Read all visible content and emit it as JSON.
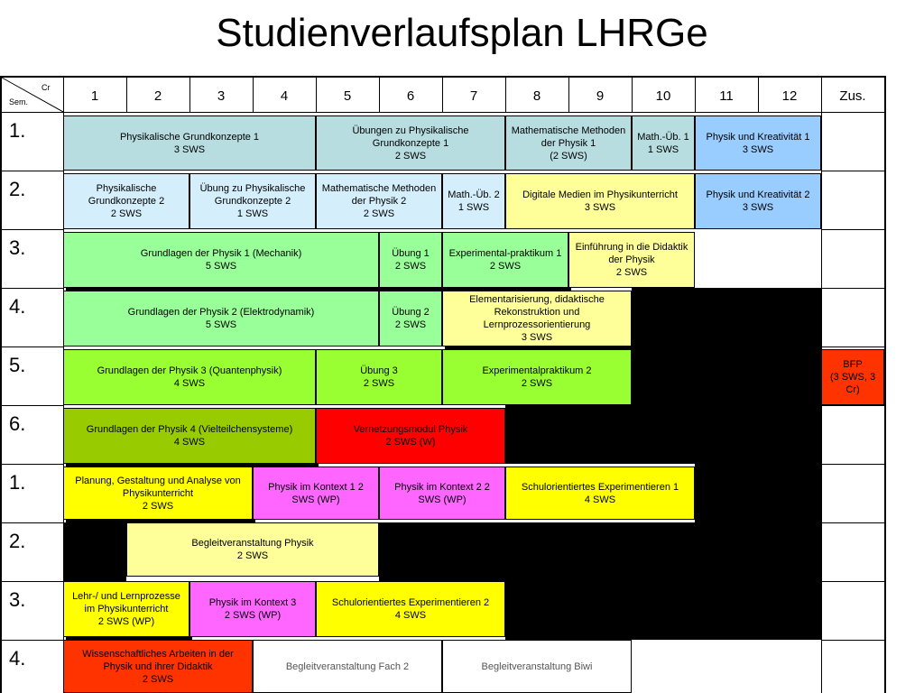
{
  "title": "Studienverlaufsplan LHRGe",
  "header": {
    "cr_label": "Cr",
    "sem_label": "Sem.",
    "columns": [
      "1",
      "2",
      "3",
      "4",
      "5",
      "6",
      "7",
      "8",
      "9",
      "10",
      "11",
      "12",
      "Zus."
    ]
  },
  "semesters": [
    "1.",
    "2.",
    "3.",
    "4.",
    "5.",
    "6.",
    "1.",
    "2.",
    "3.",
    "4."
  ],
  "colors": {
    "teal": "#b7dde0",
    "light_blue": "#d5eefc",
    "blue": "#99ccff",
    "light_green": "#99ff99",
    "green": "#99ff33",
    "olive_green": "#99cc00",
    "light_yellow": "#ffff99",
    "yellow": "#ffff00",
    "red": "#ff0000",
    "magenta": "#ff66ff",
    "orange_red": "#ff3300",
    "black": "#000000"
  },
  "modules": {
    "r1": [
      {
        "name": "Physikalische Grundkonzepte 1",
        "sws": "3 SWS"
      },
      {
        "name": "Übungen zu Physikalische Grundkonzepte 1",
        "sws": "2 SWS"
      },
      {
        "name": "Mathematische Methoden der Physik 1",
        "sws": "(2 SWS)"
      },
      {
        "name": "Math.-Üb. 1",
        "sws": "1 SWS"
      },
      {
        "name": "Physik und Kreativität 1",
        "sws": "3 SWS"
      }
    ],
    "r2": [
      {
        "name": "Physikalische Grundkonzepte 2",
        "sws": "2 SWS"
      },
      {
        "name": "Übung zu Physikalische Grundkonzepte 2",
        "sws": "1 SWS"
      },
      {
        "name": "Mathematische Methoden der Physik 2",
        "sws": "2 SWS"
      },
      {
        "name": "Math.-Üb. 2",
        "sws": "1 SWS"
      },
      {
        "name": "Digitale Medien im Physikunterricht",
        "sws": "3 SWS"
      },
      {
        "name": "Physik und Kreativität 2",
        "sws": "3 SWS"
      }
    ],
    "r3": [
      {
        "name": "Grundlagen der Physik 1 (Mechanik)",
        "sws": "5 SWS"
      },
      {
        "name": "Übung 1",
        "sws": "2 SWS"
      },
      {
        "name": "Experimental-praktikum 1",
        "sws": "2 SWS"
      },
      {
        "name": "Einführung in die Didaktik der Physik",
        "sws": "2 SWS"
      }
    ],
    "r4": [
      {
        "name": "Grundlagen der Physik 2 (Elektrodynamik)",
        "sws": "5 SWS"
      },
      {
        "name": "Übung 2",
        "sws": "2 SWS"
      },
      {
        "name": "Elementarisierung, didaktische Rekonstruktion und Lernprozessorientierung",
        "sws": "3 SWS"
      }
    ],
    "r5": [
      {
        "name": "Grundlagen der Physik 3 (Quantenphysik)",
        "sws": "4 SWS"
      },
      {
        "name": "Übung 3",
        "sws": "2 SWS"
      },
      {
        "name": "Experimentalpraktikum 2",
        "sws": "2 SWS"
      },
      {
        "name": "BFP",
        "sws": "(3 SWS, 3 Cr)"
      }
    ],
    "r6": [
      {
        "name": "Grundlagen der Physik 4 (Vielteilchensysteme)",
        "sws": "4 SWS"
      },
      {
        "name": "Vernetzungsmodul Physik",
        "sws": "2 SWS (W)"
      }
    ],
    "r7": [
      {
        "name": "Planung, Gestaltung und Analyse von Physikunterricht",
        "sws": "2 SWS"
      },
      {
        "name": "Physik im Kontext 1 2 SWS (WP)",
        "sws": ""
      },
      {
        "name": "Physik im Kontext 2 2 SWS (WP)",
        "sws": ""
      },
      {
        "name": "Schulorientiertes Experimentieren 1",
        "sws": "4 SWS"
      }
    ],
    "r8": [
      {
        "name": "Begleitveranstaltung Physik",
        "sws": "2 SWS"
      }
    ],
    "r9": [
      {
        "name": "Lehr-/ und Lernprozesse im Physikunterricht",
        "sws": "2 SWS (WP)"
      },
      {
        "name": "Physik im Kontext 3",
        "sws": "2 SWS (WP)"
      },
      {
        "name": "Schulorientiertes Experimentieren 2",
        "sws": "4 SWS"
      }
    ],
    "r10": [
      {
        "name": "Wissenschaftliches Arbeiten in der Physik und ihrer Didaktik",
        "sws": "2 SWS"
      },
      {
        "name": "Begleitveranstaltung Fach 2",
        "sws": ""
      },
      {
        "name": "Begleitveranstaltung Biwi",
        "sws": ""
      }
    ]
  }
}
